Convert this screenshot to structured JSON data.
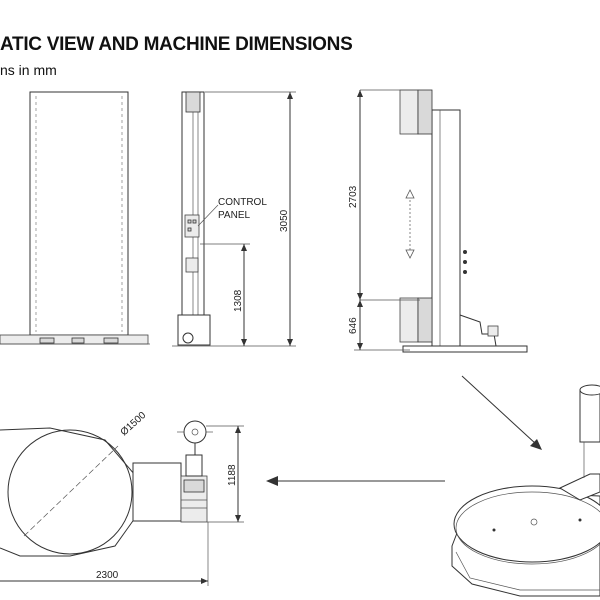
{
  "header": {
    "title": "ATIC VIEW AND MACHINE DIMENSIONS",
    "subtitle": "ns in mm"
  },
  "labels": {
    "control_panel_line1": "CONTROL",
    "control_panel_line2": "PANEL",
    "dim_total_height": "3050",
    "dim_panel_height": "1308",
    "dim_mast_height": "2703",
    "dim_base_height": "646",
    "dim_turntable_diameter": "Ø1500",
    "dim_depth": "1188",
    "dim_width": "2300"
  },
  "colors": {
    "line": "#333333",
    "fill_gray": "#d9d9d9"
  }
}
